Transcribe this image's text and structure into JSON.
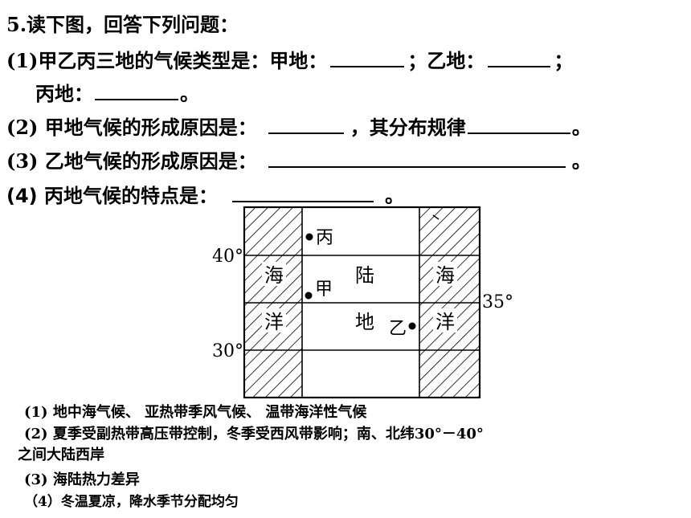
{
  "question": {
    "title": "5.读下图，回答下列问题：",
    "q1_prefix": "(1)甲乙丙三地的气候类型是：甲地：",
    "q1_mid": "；乙地：",
    "q1_end": "；",
    "q1_line2_prefix": "丙地：",
    "q1_line2_end": "。",
    "q2_prefix": "(2) 甲地气候的形成原因是：",
    "q2_mid": "，其分布规律",
    "q2_end": "。",
    "q3_prefix": "(3) 乙地气候的形成原因是：",
    "q3_end": "。",
    "q4_prefix": "(4) 丙地气候的特点是：",
    "q4_end": "。"
  },
  "map": {
    "lat_40": "40°",
    "lat_35": "35°",
    "lat_30": "30°",
    "label_hai_left": "海",
    "label_yang_left": "洋",
    "label_lu": "陆",
    "label_di": "地",
    "label_hai_right": "海",
    "label_yang_right": "洋",
    "place_bing": "丙",
    "place_jia": "甲",
    "place_yi": "乙"
  },
  "answers": {
    "a1": "(1) 地中海气候、 亚热带季风气候、 温带海洋性气候",
    "a2_line1": "(2) 夏季受副热带高压带控制，冬季受西风带影响；南、北纬30°－40°",
    "a2_line2": "之间大陆西岸",
    "a3": "(3) 海陆热力差异",
    "a4": "（4）冬温夏凉，降水季节分配均匀"
  }
}
